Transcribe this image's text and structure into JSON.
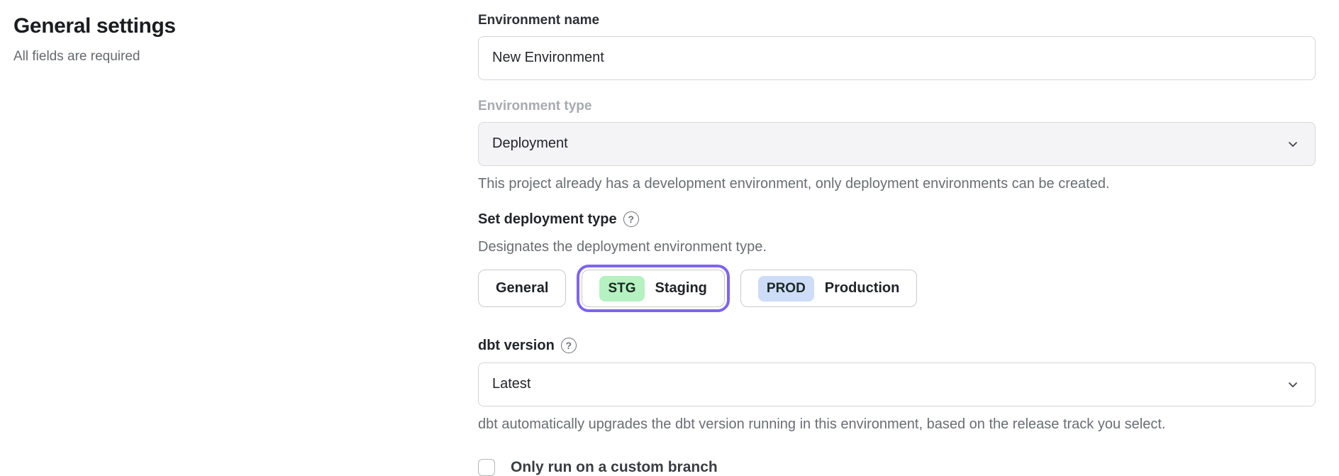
{
  "page": {
    "title": "General settings",
    "subtitle": "All fields are required"
  },
  "form": {
    "environment_name": {
      "label": "Environment name",
      "value": "New Environment"
    },
    "environment_type": {
      "label": "Environment type",
      "value": "Deployment",
      "disabled": true,
      "help_text": "This project already has a development environment, only deployment environments can be created."
    },
    "deployment_type": {
      "label": "Set deployment type",
      "description": "Designates the deployment environment type.",
      "options": [
        {
          "label": "General",
          "badge": "",
          "selected": false
        },
        {
          "label": "Staging",
          "badge": "STG",
          "badge_color": "#b5f1c1",
          "selected": true
        },
        {
          "label": "Production",
          "badge": "PROD",
          "badge_color": "#cdddf8",
          "selected": false
        }
      ]
    },
    "dbt_version": {
      "label": "dbt version",
      "value": "Latest",
      "help_text": "dbt automatically upgrades the dbt version running in this environment, based on the release track you select."
    },
    "custom_branch": {
      "label": "Only run on a custom branch",
      "checked": false
    }
  },
  "icons": {
    "help": "?"
  },
  "colors": {
    "accent_purple": "#7e64ef",
    "badge_green": "#b5f1c1",
    "badge_blue": "#cdddf8",
    "disabled_field_bg": "#f4f4f6"
  }
}
